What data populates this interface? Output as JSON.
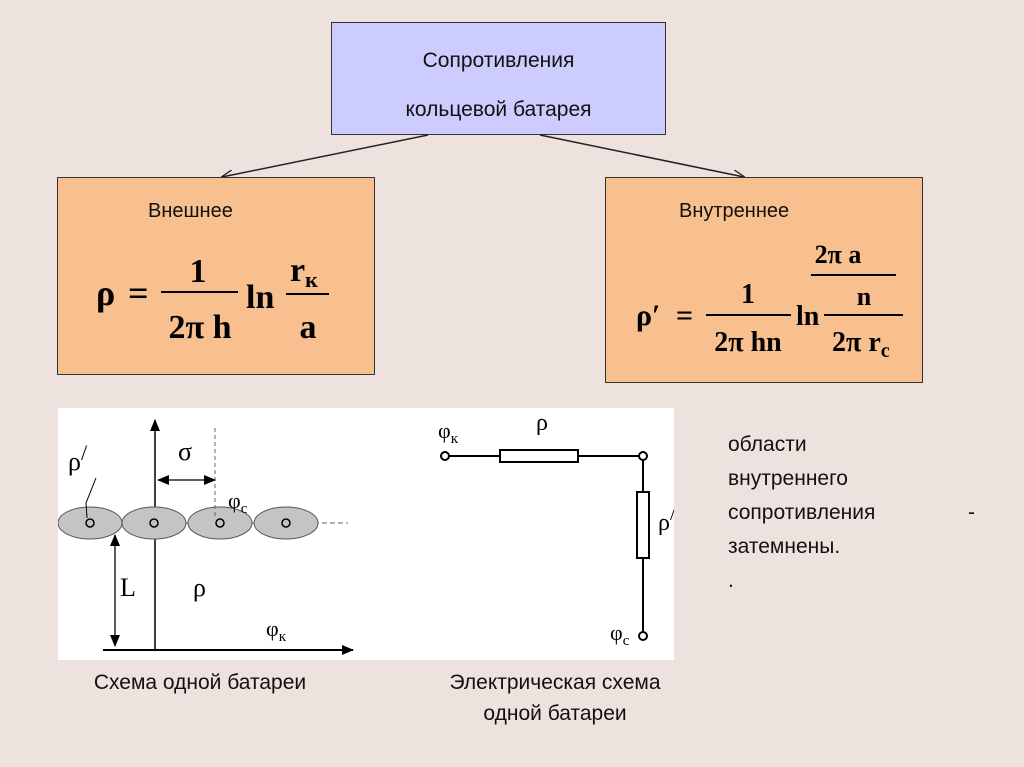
{
  "top_box": {
    "line1": "Сопротивления",
    "line2": "кольцевой батарея"
  },
  "external": {
    "title": "Внешнее",
    "rho": "ρ",
    "equals": "=",
    "numerator": "1",
    "denominator": "2π h",
    "ln": "ln",
    "ratio_numerator": "r",
    "ratio_numerator_sub": "к",
    "ratio_denominator": "a"
  },
  "internal": {
    "title": "Внутреннее",
    "rho": "ρ′",
    "equals": "=",
    "numerator": "1",
    "denominator": "2π hn",
    "ln": "ln",
    "outer_numerator": "2π a",
    "outer_numerator_den": "n",
    "outer_denominator": "2π r",
    "outer_denominator_sub": "c"
  },
  "battery_scheme": {
    "rho_prime": "ρ",
    "rho_prime_mark": "/",
    "sigma": "σ",
    "phi_c": "φ",
    "phi_c_sub": "c",
    "L": "L",
    "rho": "ρ",
    "phi_k": "φ",
    "phi_k_sub": "к"
  },
  "electric_scheme": {
    "phi_k": "φ",
    "phi_k_sub": "к",
    "rho": "ρ",
    "rho_prime": "ρ",
    "rho_prime_mark": "/",
    "phi_c": "φ",
    "phi_c_sub": "c"
  },
  "note": {
    "line1": "области",
    "line2": "внутреннего",
    "line3": "сопротивления",
    "dash": "-",
    "line4": "затемнены.",
    "line5": "."
  },
  "captions": {
    "battery": "Схема одной батареи",
    "electric_line1": "Электрическая схема",
    "electric_line2": "одной батареи"
  }
}
